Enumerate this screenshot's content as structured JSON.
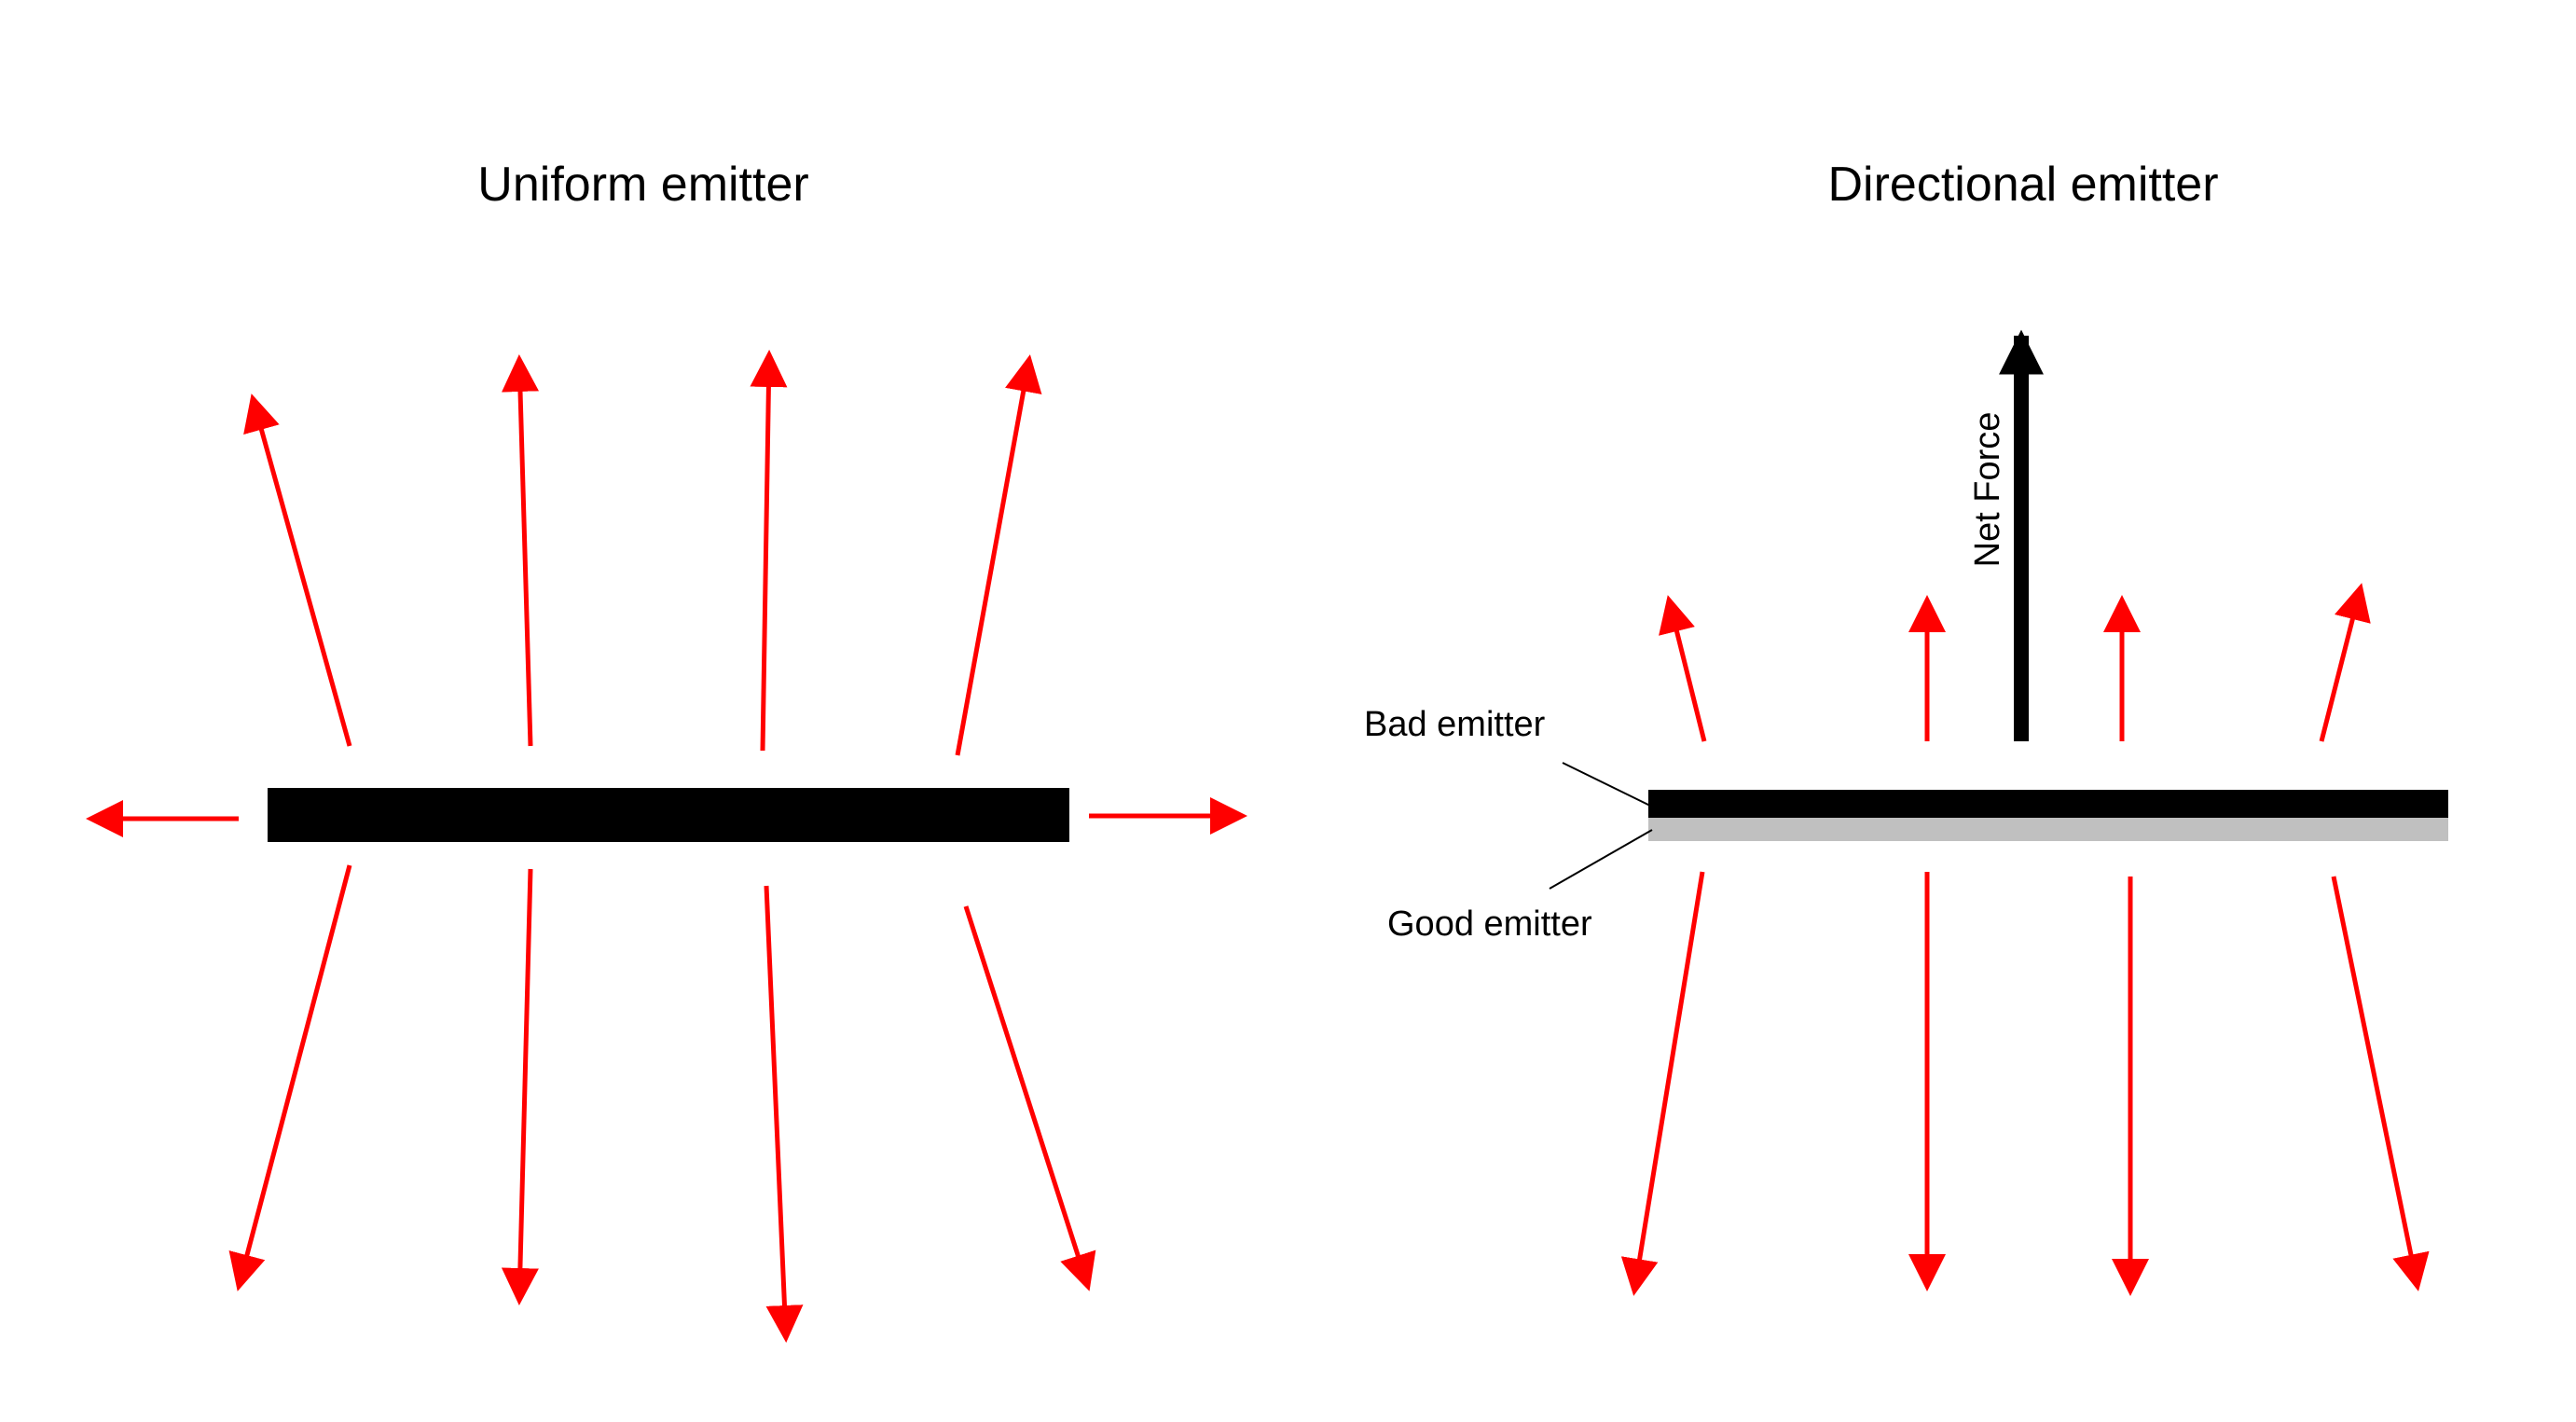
{
  "colors": {
    "background": "#ffffff",
    "plate": "#000000",
    "good_emitter_layer": "#c0c0c0",
    "emission_arrow": "#ff0000",
    "net_force_arrow": "#000000"
  },
  "left_panel": {
    "title": "Uniform emitter"
  },
  "right_panel": {
    "title": "Directional emitter",
    "bad_emitter_label": "Bad emitter",
    "good_emitter_label": "Good emitter",
    "net_force_label": "Net Force"
  }
}
